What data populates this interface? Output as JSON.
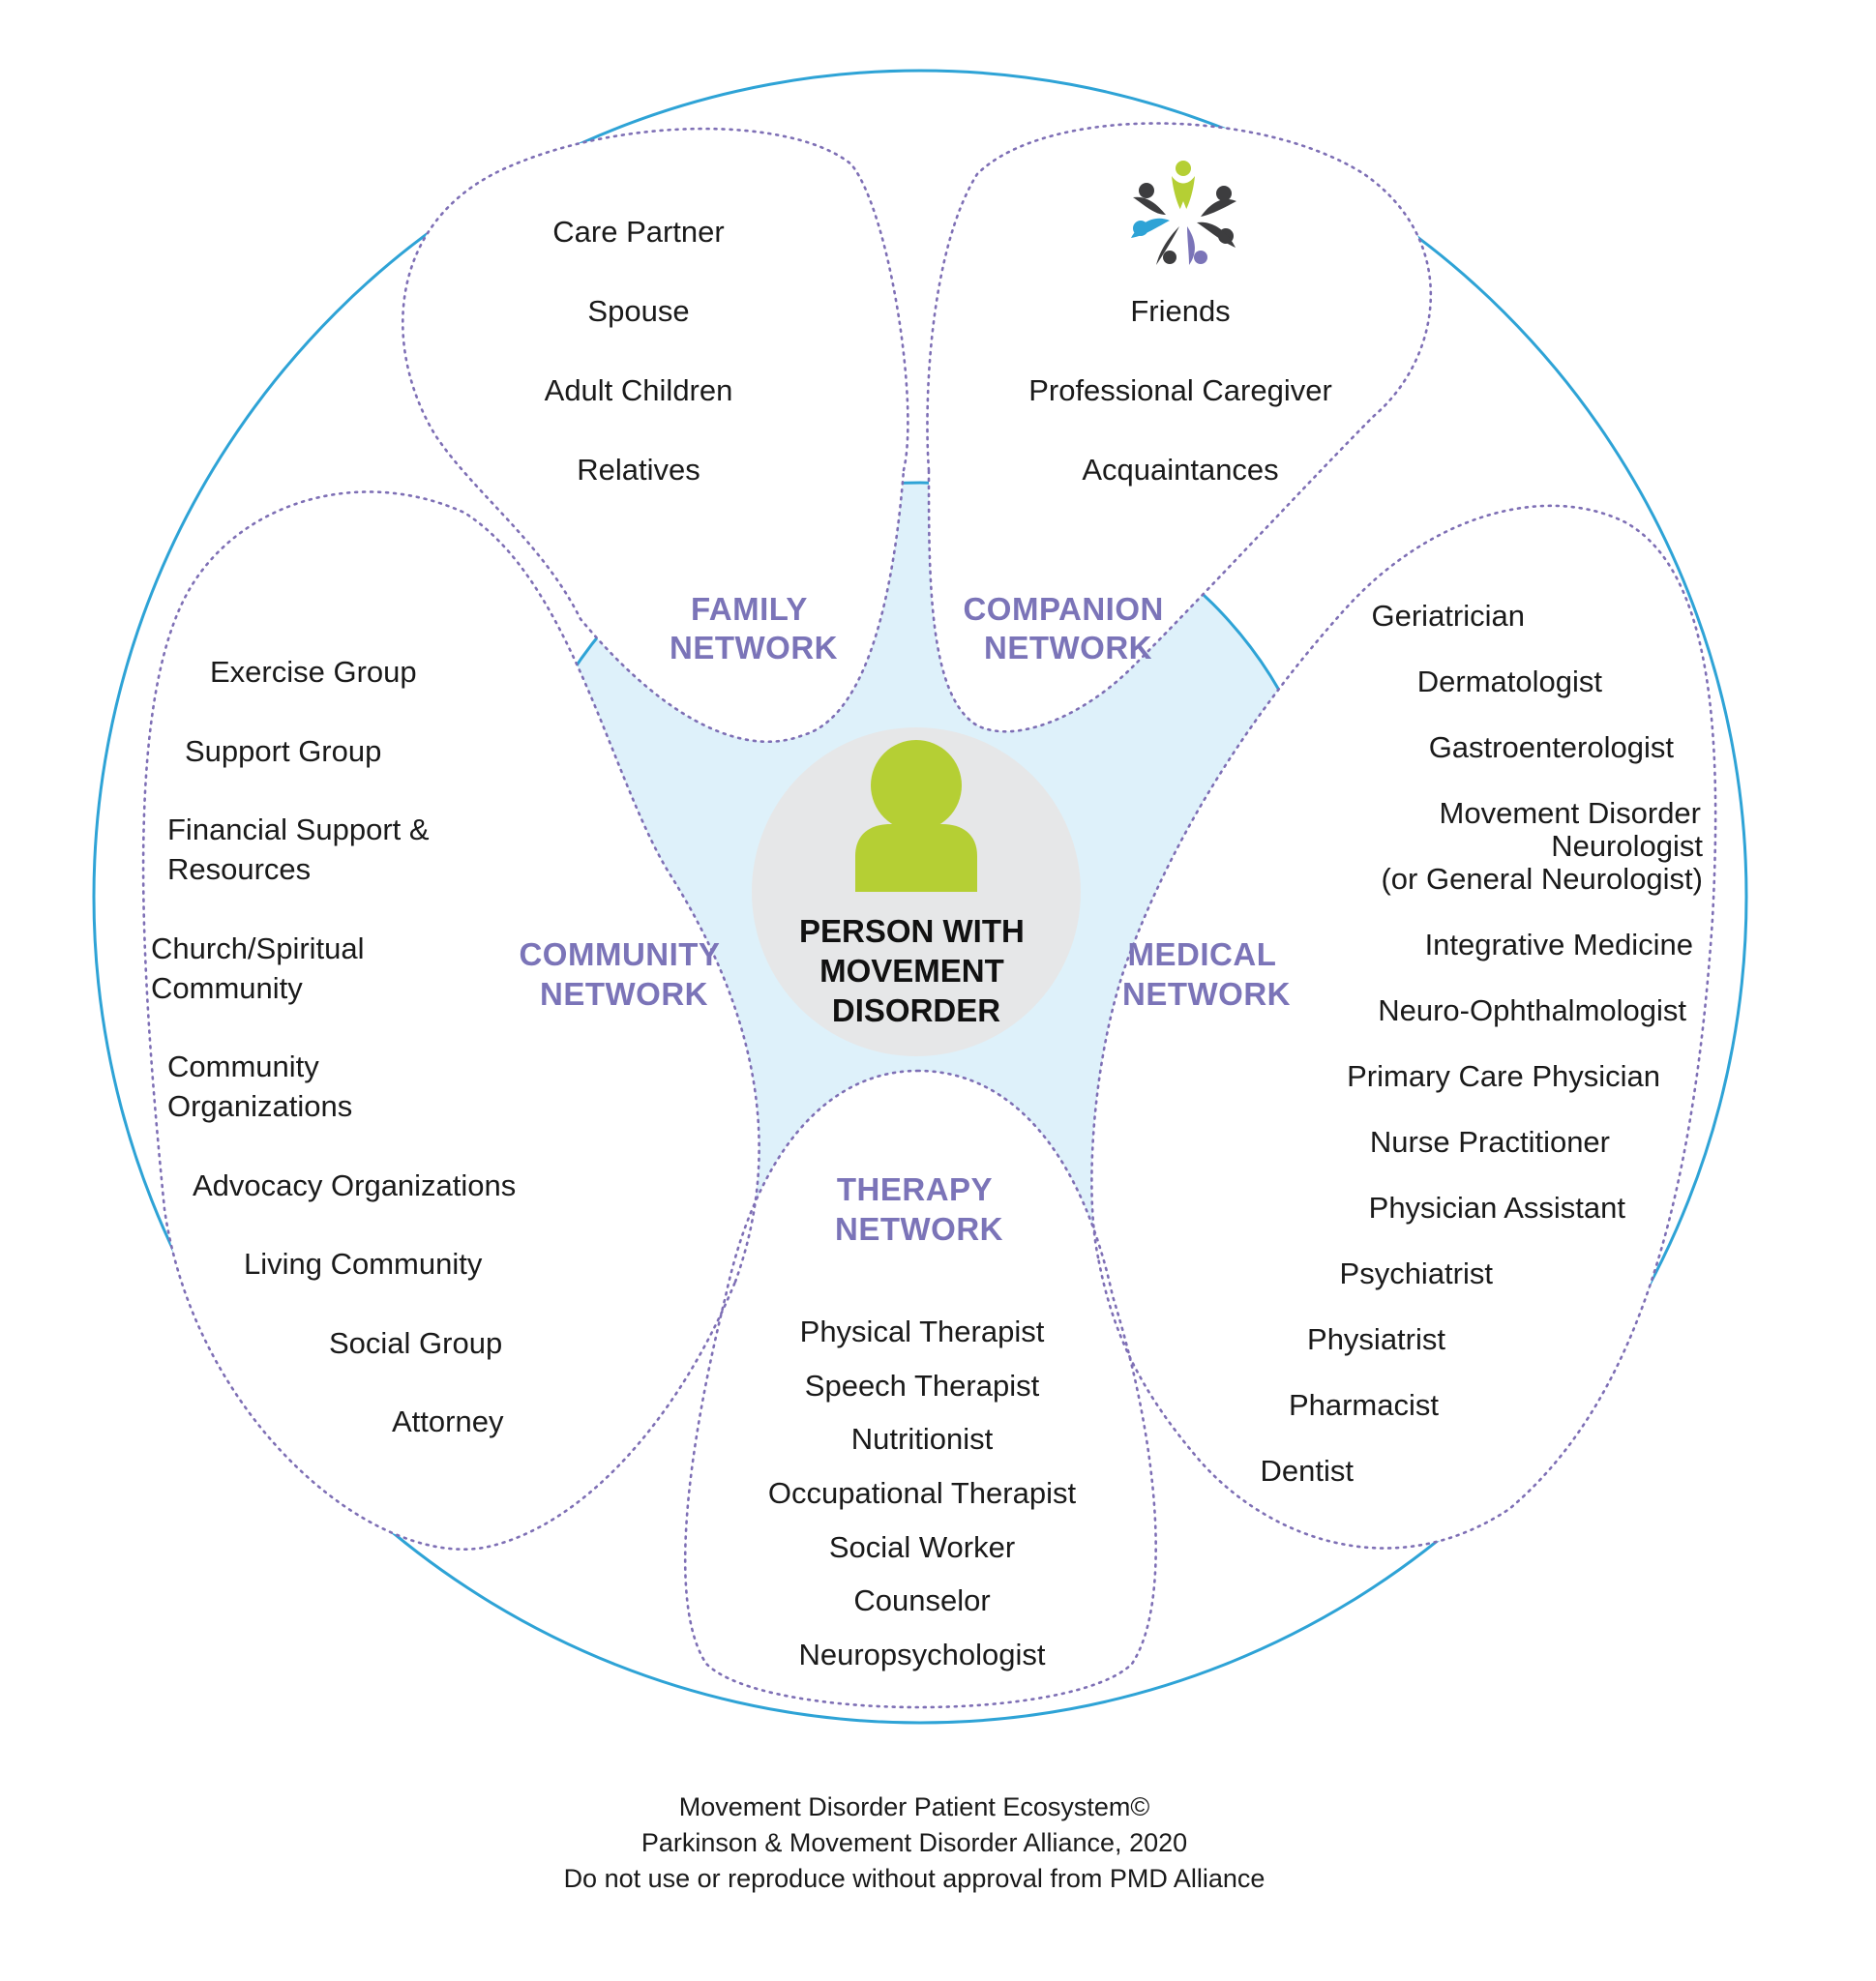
{
  "colors": {
    "outer_ring": "#2ea3d6",
    "inner_fill": "#def1fa",
    "network_label": "#7b74b8",
    "petal_outline": "#7e6fb5",
    "center_circle": "#e6e7e8",
    "person_icon": "#b5cf34",
    "text": "#1a1a1a"
  },
  "center": {
    "icon": "person-icon",
    "lines": [
      "PERSON WITH",
      "MOVEMENT",
      "DISORDER"
    ]
  },
  "logo": {
    "icon": "pmd-alliance-logo"
  },
  "networks": {
    "family": {
      "lines": [
        "FAMILY",
        "NETWORK"
      ],
      "items": [
        "Care Partner",
        "Spouse",
        "Adult Children",
        "Relatives"
      ]
    },
    "companion": {
      "lines": [
        "COMPANION",
        "NETWORK"
      ],
      "items": [
        "Friends",
        "Professional Caregiver",
        "Acquaintances"
      ]
    },
    "community": {
      "lines": [
        "COMMUNITY",
        "NETWORK"
      ],
      "items": [
        "Exercise Group",
        "Support Group",
        "Financial Support &",
        "Resources",
        "Church/Spiritual",
        "Community",
        "Community",
        "Organizations",
        "Advocacy Organizations",
        "Living Community",
        "Social Group",
        "Attorney"
      ]
    },
    "medical": {
      "lines": [
        "MEDICAL",
        "NETWORK"
      ],
      "items": [
        "Geriatrician",
        "Dermatologist",
        "Gastroenterologist",
        "Movement Disorder",
        "Neurologist",
        "(or General Neurologist)",
        "Integrative Medicine",
        "Neuro-Ophthalmologist",
        "Primary Care Physician",
        "Nurse Practitioner",
        "Physician Assistant",
        "Psychiatrist",
        "Physiatrist",
        "Pharmacist",
        "Dentist"
      ]
    },
    "therapy": {
      "lines": [
        "THERAPY",
        "NETWORK"
      ],
      "items": [
        "Physical Therapist",
        "Speech Therapist",
        "Nutritionist",
        "Occupational Therapist",
        "Social Worker",
        "Counselor",
        "Neuropsychologist"
      ]
    }
  },
  "footer": {
    "lines": [
      "Movement Disorder Patient Ecosystem©",
      "Parkinson & Movement Disorder Alliance, 2020",
      "Do not use or reproduce without approval from PMD Alliance"
    ]
  }
}
